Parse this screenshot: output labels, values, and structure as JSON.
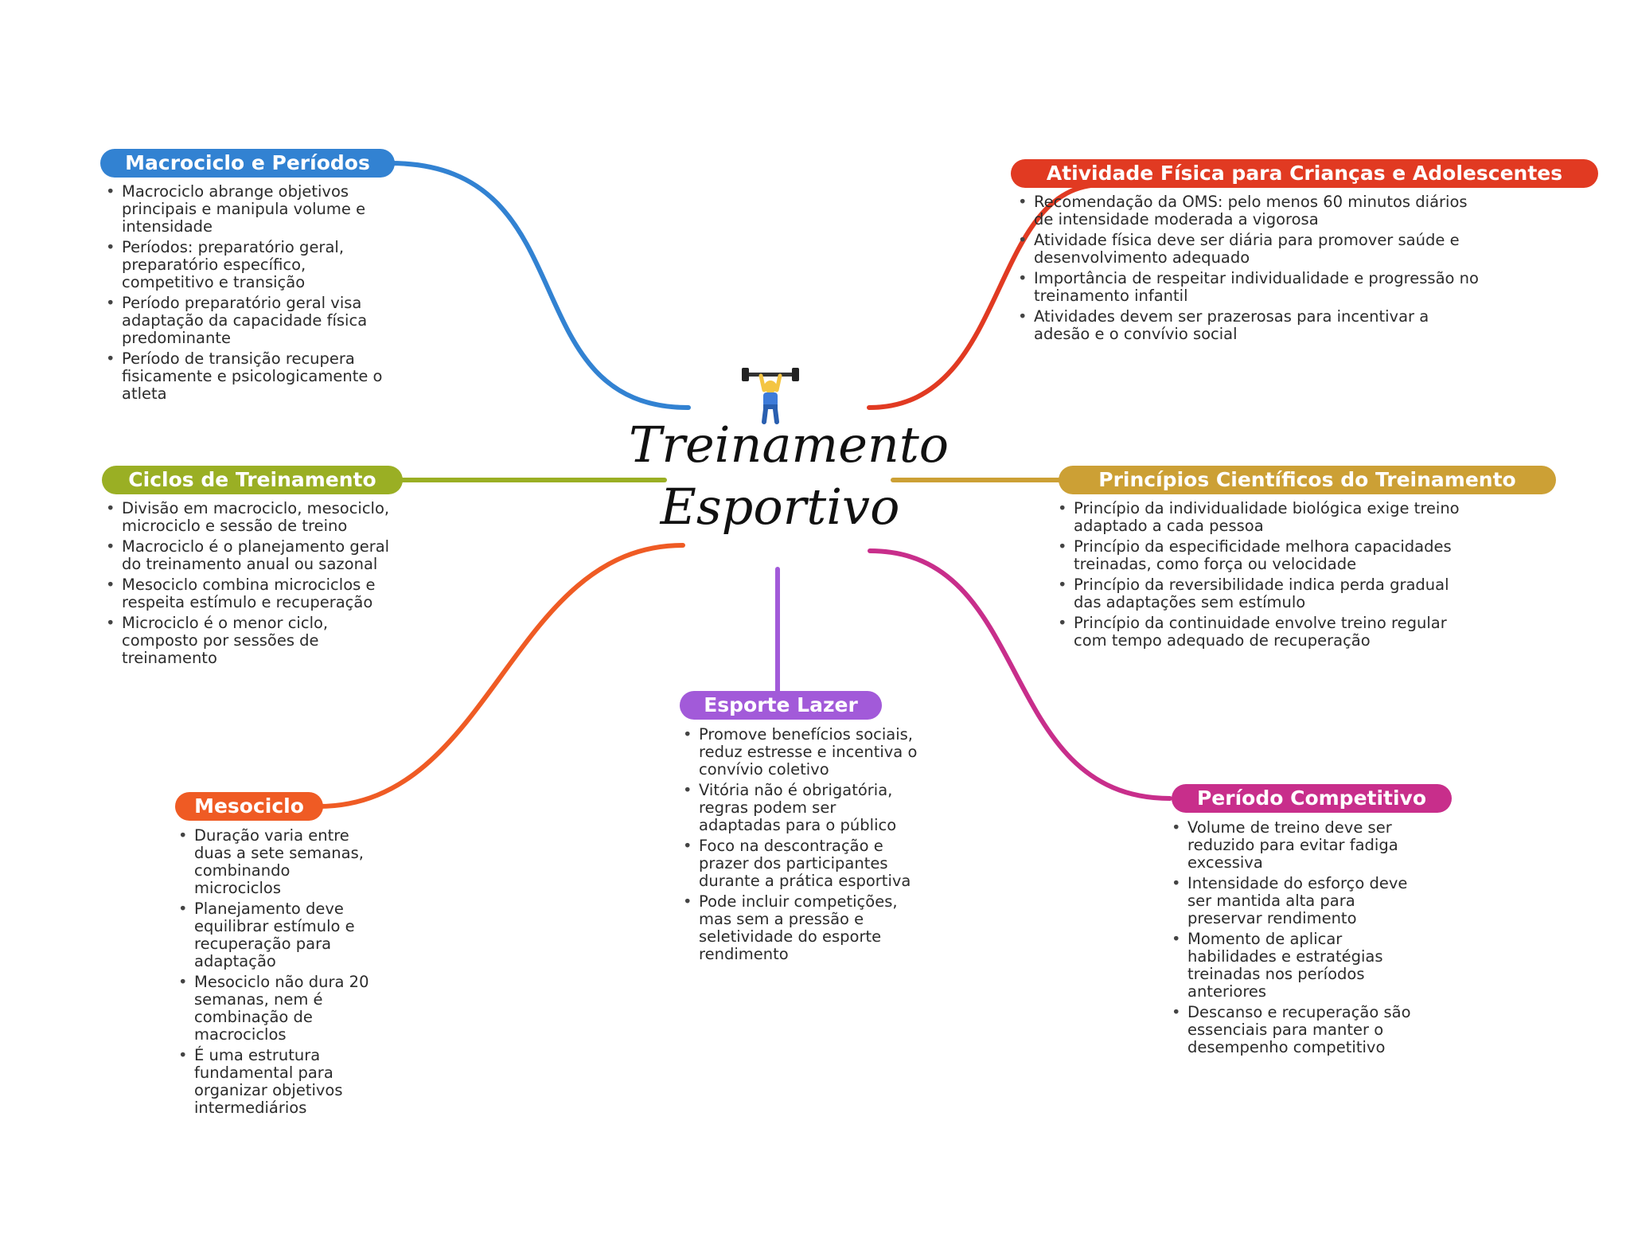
{
  "center": {
    "title_line1": "Treinamento",
    "title_line2": "Esportivo",
    "icon": "weightlifter-icon"
  },
  "colors": {
    "macrociclo": "#3282d2",
    "atividade": "#e13a22",
    "ciclos": "#9aaf24",
    "principios": "#cca035",
    "lazer": "#a25ad9",
    "mesociclo": "#ef5b24",
    "competitivo": "#c82e8b"
  },
  "branches": {
    "macrociclo": {
      "label": "Macrociclo e Períodos",
      "items": [
        "Macrociclo abrange objetivos principais e manipula volume e intensidade",
        "Períodos: preparatório geral, preparatório específico, competitivo e transição",
        "Período preparatório geral visa adaptação da capacidade física predominante",
        "Período de transição recupera fisicamente e psicologicamente o atleta"
      ]
    },
    "atividade": {
      "label": "Atividade Física para Crianças e Adolescentes",
      "items": [
        "Recomendação da OMS: pelo menos 60 minutos diários de intensidade moderada a vigorosa",
        "Atividade física deve ser diária para promover saúde e desenvolvimento adequado",
        "Importância de respeitar individualidade e progressão no treinamento infantil",
        "Atividades devem ser prazerosas para incentivar a adesão e o convívio social"
      ]
    },
    "ciclos": {
      "label": "Ciclos de Treinamento",
      "items": [
        "Divisão em macrociclo, mesociclo, microciclo e sessão de treino",
        "Macrociclo é o planejamento geral do treinamento anual ou sazonal",
        "Mesociclo combina microciclos e respeita estímulo e recuperação",
        "Microciclo é o menor ciclo, composto por sessões de treinamento"
      ]
    },
    "principios": {
      "label": "Princípios Científicos do Treinamento",
      "items": [
        "Princípio da individualidade biológica exige treino adaptado a cada pessoa",
        "Princípio da especificidade melhora capacidades treinadas, como força ou velocidade",
        "Princípio da reversibilidade indica perda gradual das adaptações sem estímulo",
        "Princípio da continuidade envolve treino regular com tempo adequado de recuperação"
      ]
    },
    "lazer": {
      "label": "Esporte Lazer",
      "items": [
        "Promove benefícios sociais, reduz estresse e incentiva o convívio coletivo",
        "Vitória não é obrigatória, regras podem ser adaptadas para o público",
        "Foco na descontração e prazer dos participantes durante a prática esportiva",
        "Pode incluir competições, mas sem a pressão e seletividade do esporte rendimento"
      ]
    },
    "mesociclo": {
      "label": "Mesociclo",
      "items": [
        "Duração varia entre duas a sete semanas, combinando microciclos",
        "Planejamento deve equilibrar estímulo e recuperação para adaptação",
        "Mesociclo não dura 20 semanas, nem é combinação de macrociclos",
        "É uma estrutura fundamental para organizar objetivos intermediários"
      ]
    },
    "competitivo": {
      "label": "Período Competitivo",
      "items": [
        "Volume de treino deve ser reduzido para evitar fadiga excessiva",
        "Intensidade do esforço deve ser mantida alta para preservar rendimento",
        "Momento de aplicar habilidades e estratégias treinadas nos períodos anteriores",
        "Descanso e recuperação são essenciais para manter o desempenho competitivo"
      ]
    }
  }
}
